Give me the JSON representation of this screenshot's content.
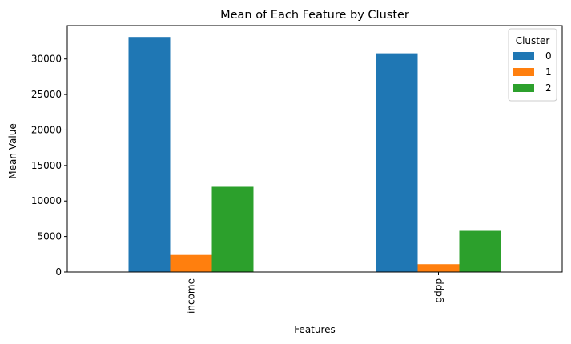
{
  "chart_data": {
    "type": "bar",
    "title": "Mean of Each Feature by Cluster",
    "xlabel": "Features",
    "ylabel": "Mean Value",
    "categories": [
      "income",
      "gdpp"
    ],
    "series": [
      {
        "name": "0",
        "values": [
          33100,
          30800
        ],
        "color": "#1f77b4"
      },
      {
        "name": "1",
        "values": [
          2400,
          1100
        ],
        "color": "#ff7f0e"
      },
      {
        "name": "2",
        "values": [
          12000,
          5800
        ],
        "color": "#2ca02c"
      }
    ],
    "ylim": [
      0,
      34700
    ],
    "yticks": [
      0,
      5000,
      10000,
      15000,
      20000,
      25000,
      30000
    ],
    "legend": {
      "title": "Cluster",
      "placement": "top-right"
    },
    "grid": false
  }
}
